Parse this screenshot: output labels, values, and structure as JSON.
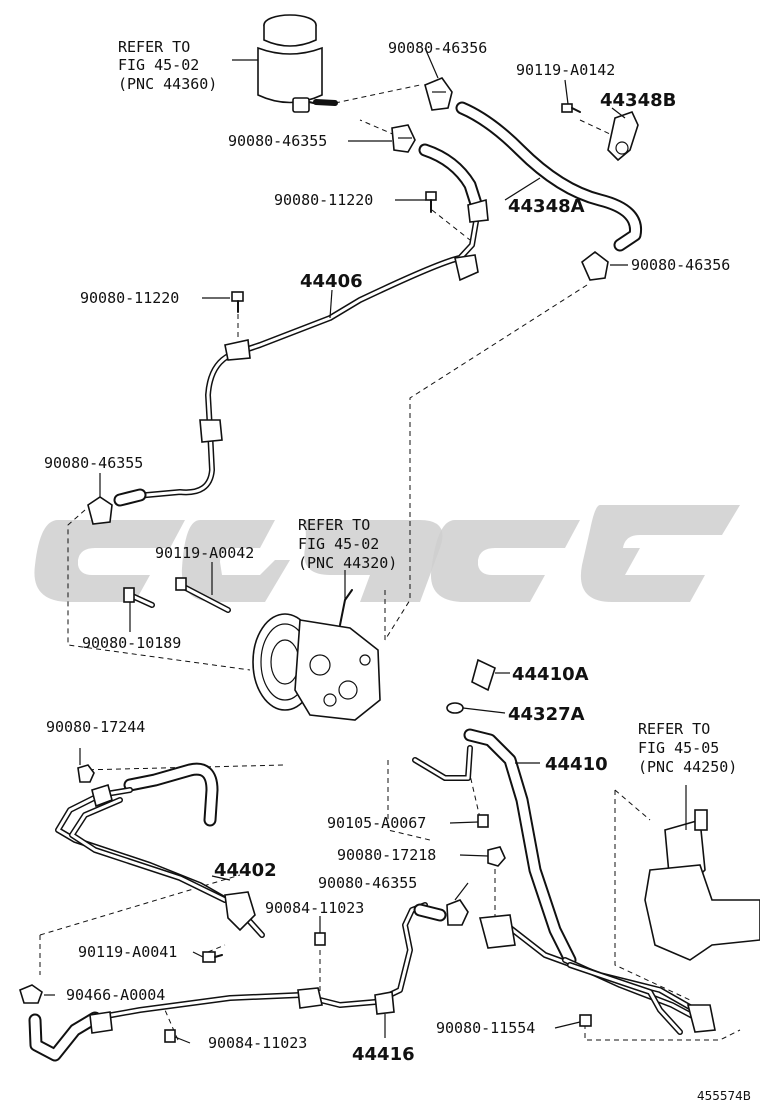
{
  "watermark": {
    "color": "#cfcfcf"
  },
  "refs": [
    {
      "id": "ref_top",
      "lines": [
        "REFER TO",
        "FIG 45-02",
        "(PNC 44360)"
      ]
    },
    {
      "id": "ref_mid",
      "lines": [
        "REFER TO",
        "FIG 45-02",
        "(PNC 44320)"
      ]
    },
    {
      "id": "ref_right",
      "lines": [
        "REFER TO",
        "FIG 45-05",
        "(PNC 44250)"
      ]
    }
  ],
  "labels": {
    "p90080_46356_top": "90080-46356",
    "p90119_A0142": "90119-A0142",
    "p44348B": "44348B",
    "p90080_46355_top": "90080-46355",
    "p44348A": "44348A",
    "p90080_11220_a": "90080-11220",
    "p90080_46356_right": "90080-46356",
    "p44406": "44406",
    "p90080_11220_b": "90080-11220",
    "p90080_46355_left": "90080-46355",
    "p90119_A0042": "90119-A0042",
    "p90080_10189": "90080-10189",
    "p44410A": "44410A",
    "p44327A": "44327A",
    "p90080_17244": "90080-17244",
    "p44410": "44410",
    "p90105_A0067": "90105-A0067",
    "p90080_17218": "90080-17218",
    "p44402": "44402",
    "p90080_46355_low": "90080-46355",
    "p90084_11023_a": "90084-11023",
    "p90119_A0041": "90119-A0041",
    "p90466_A0004": "90466-A0004",
    "p90080_11554": "90080-11554",
    "p90084_11023_b": "90084-11023",
    "p44416": "44416"
  },
  "footer": {
    "code": "455574B"
  }
}
